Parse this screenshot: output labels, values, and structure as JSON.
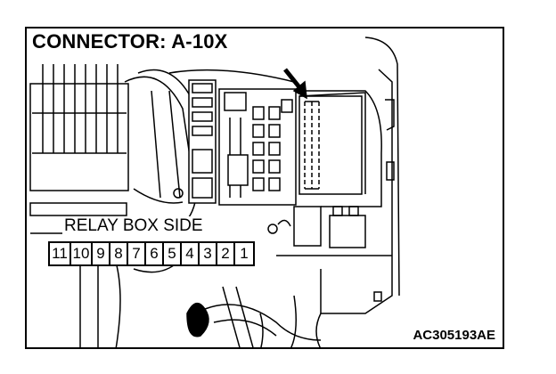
{
  "diagram": {
    "title": "CONNECTOR: A-10X",
    "connector_side_label": "RELAY BOX SIDE",
    "pins": [
      "11",
      "10",
      "9",
      "8",
      "7",
      "6",
      "5",
      "4",
      "3",
      "2",
      "1"
    ],
    "figure_code": "AC305193AE"
  }
}
